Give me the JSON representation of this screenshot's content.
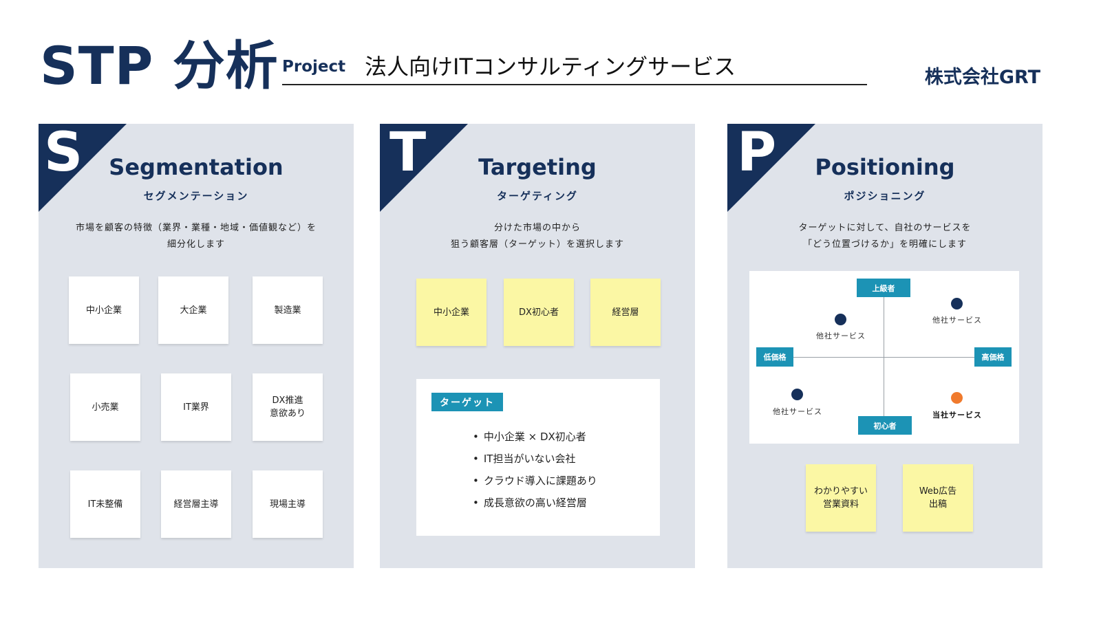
{
  "header": {
    "title": "STP 分析",
    "project_label": "Project",
    "project_name": "法人向けITコンサルティングサービス",
    "company": "株式会社GRT"
  },
  "segmentation": {
    "letter": "S",
    "title": "Segmentation",
    "subtitle": "セグメンテーション",
    "desc": [
      "市場を顧客の特徴（業界・業種・地域・価値観など）を",
      "細分化します"
    ],
    "cards": [
      [
        "中小企業"
      ],
      [
        "大企業"
      ],
      [
        "製造業"
      ],
      [
        "小売業"
      ],
      [
        "IT業界"
      ],
      [
        "DX推進",
        "意欲あり"
      ],
      [
        "IT未整備"
      ],
      [
        "経営層主導"
      ],
      [
        "現場主導"
      ]
    ]
  },
  "targeting": {
    "letter": "T",
    "title": "Targeting",
    "subtitle": "ターゲティング",
    "desc": [
      "分けた市場の中から",
      "狙う顧客層（ターゲット）を選択します"
    ],
    "cards": [
      "中小企業",
      "DX初心者",
      "経営層"
    ],
    "target_tag": "ターゲット",
    "target_list": [
      "中小企業 × DX初心者",
      "IT担当がいない会社",
      "クラウド導入に課題あり",
      "成長意欲の高い経営層"
    ]
  },
  "positioning": {
    "letter": "P",
    "title": "Positioning",
    "subtitle": "ポジショニング",
    "desc": [
      "ターゲットに対して、自社のサービスを",
      "「どう位置づけるか」を明確にします"
    ],
    "axis": {
      "top": "上級者",
      "bottom": "初心者",
      "left": "低価格",
      "right": "高価格"
    },
    "competitor_label": "他社サービス",
    "own_label": "当社サービス",
    "colors": {
      "competitor": "#16305a",
      "own": "#f07a2d"
    },
    "cards": [
      [
        "わかりやすい",
        "営業資料"
      ],
      [
        "Web広告",
        "出稿"
      ]
    ]
  }
}
